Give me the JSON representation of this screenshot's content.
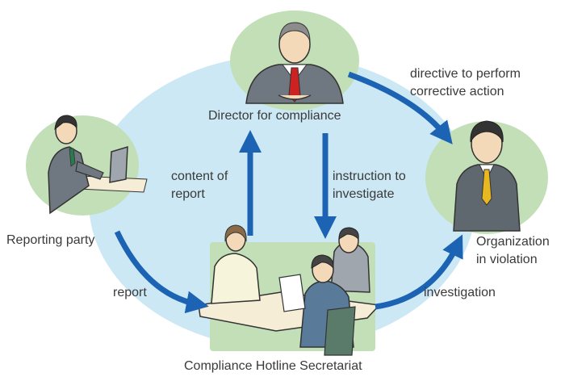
{
  "nodes": {
    "director": {
      "label": "Director for compliance"
    },
    "reporting_party": {
      "label": "Reporting party"
    },
    "organization": {
      "label": "Organization\nin violation"
    },
    "secretariat": {
      "label": "Compliance Hotline Secretariat"
    }
  },
  "edges": {
    "directive": {
      "label": "directive to perform\ncorrective action"
    },
    "content_of_report": {
      "label": "content of\nreport"
    },
    "instruction": {
      "label": "instruction to\ninvestigate"
    },
    "report": {
      "label": "report"
    },
    "investigation": {
      "label": "investigation"
    }
  },
  "icons": [
    "director-illustration",
    "reporting-party-illustration",
    "organization-person-illustration",
    "secretariat-meeting-illustration"
  ],
  "colors": {
    "background_circle": "#cce8f4",
    "node_circle": "#c2dfb8",
    "arrow": "#1c64b3",
    "text": "#3a3a3a"
  }
}
